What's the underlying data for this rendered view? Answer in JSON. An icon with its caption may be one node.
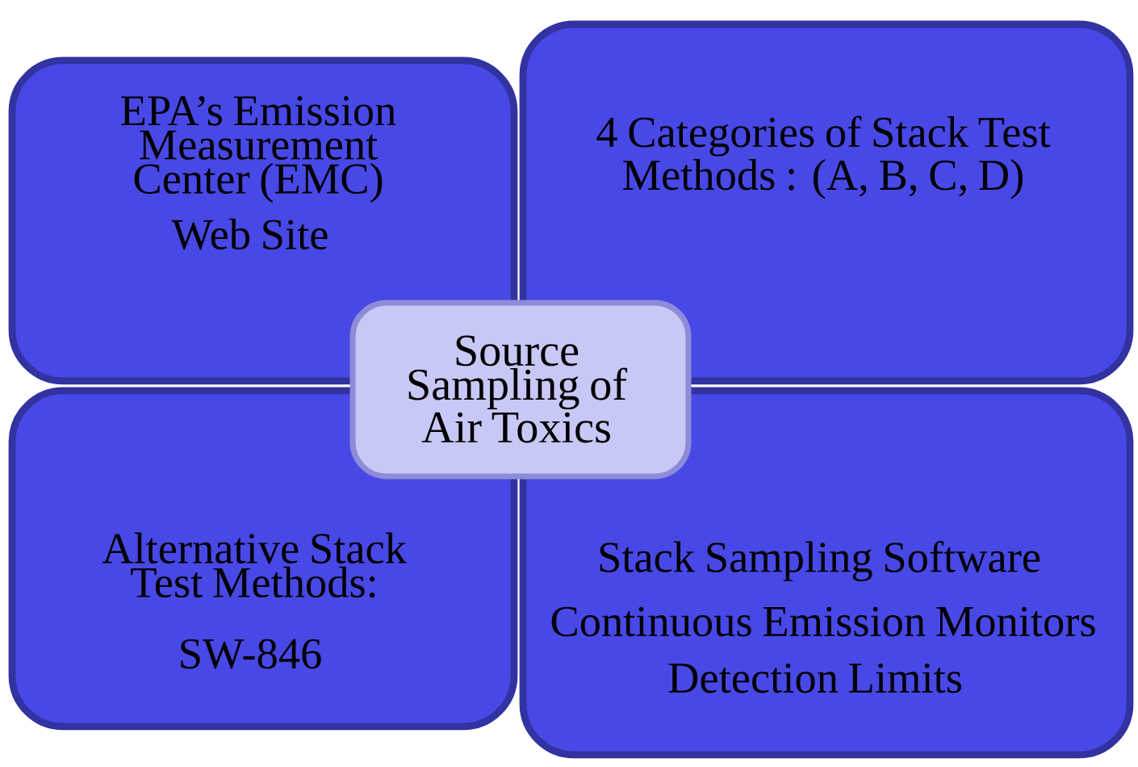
{
  "diagram": {
    "nodes": [
      {
        "text": [
          "EPA’s Emission Measurement Center (EMC)",
          "Web Site"
        ]
      },
      {
        "text": [
          "4 Categories of Stack Test Methods : (A, B, C, D)"
        ]
      },
      {
        "text": [
          "Source Sampling of Air Toxics"
        ]
      },
      {
        "text": [
          "Alternative Stack Test Methods:",
          "SW-846"
        ]
      },
      {
        "text": [
          "Stack Sampling Software",
          "Continuous Emission Monitors",
          "Detection Limits"
        ]
      }
    ]
  }
}
